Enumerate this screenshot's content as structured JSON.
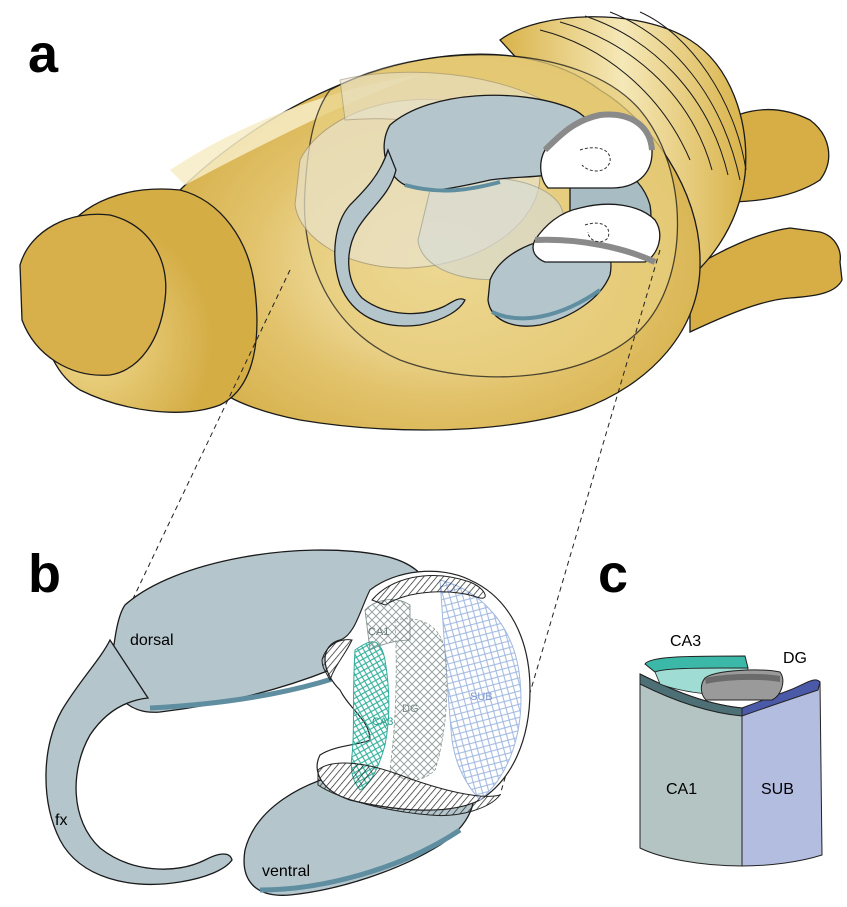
{
  "panels": {
    "a": "a",
    "b": "b",
    "c": "c"
  },
  "panel_b_labels": {
    "dorsal": "dorsal",
    "ventral": "ventral",
    "fx": "fx",
    "ca1": "CA1",
    "ca3": "CA3",
    "dg": "DG",
    "sub": "SUB"
  },
  "panel_c_labels": {
    "ca3": "CA3",
    "dg": "DG",
    "ca1": "CA1",
    "sub": "SUB"
  },
  "colors": {
    "brain": "#d9b34a",
    "brain_dark": "#b08a2a",
    "hippocampus": "#b4c6cc",
    "hippocampus_dark": "#5f8ea0",
    "ca1": "#b4c4c2",
    "ca3": "#3cb8a8",
    "dg": "#9a9a9a",
    "sub": "#b3bde0",
    "sub_dark": "#4a5aa8"
  }
}
